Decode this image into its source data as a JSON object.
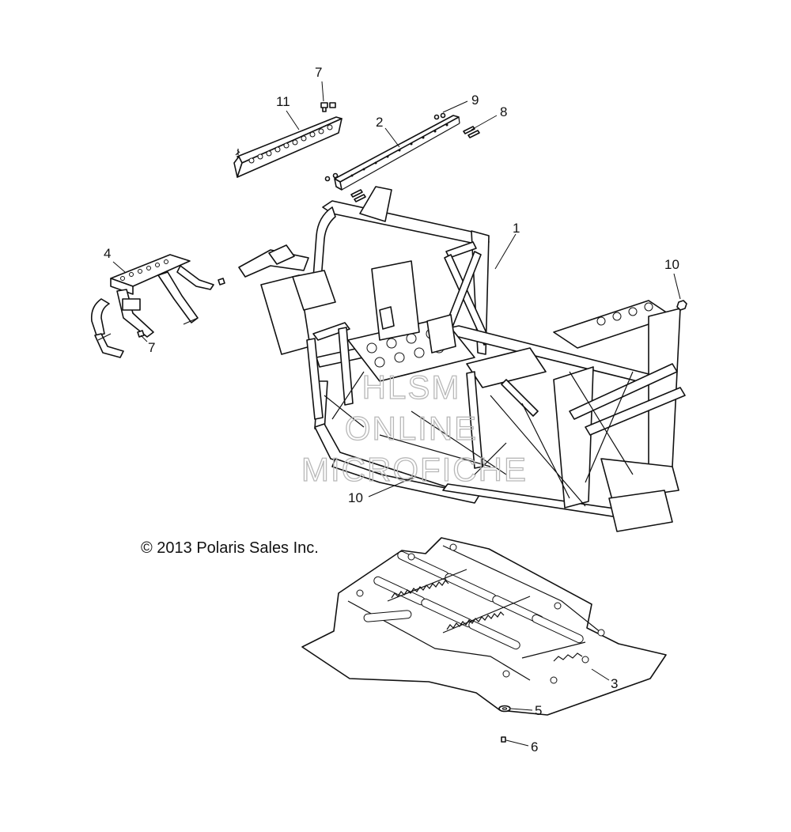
{
  "diagram": {
    "copyright": "© 2013 Polaris Sales Inc.",
    "watermark": [
      "HLSM",
      "ONLINE",
      "MICROFICHE"
    ],
    "callouts": {
      "c1": "1",
      "c2": "2",
      "c3": "3",
      "c4": "4",
      "c5": "5",
      "c6": "6",
      "c7a": "7",
      "c7b": "7",
      "c8": "8",
      "c9": "9",
      "c10a": "10",
      "c10b": "10",
      "c11": "11"
    },
    "parts": {
      "p1": "main-frame",
      "p2": "brace-bar",
      "p3": "skid-plate",
      "p4": "front-bumper-brace",
      "p5": "washer",
      "p6": "screw",
      "p7": "bolt",
      "p8": "bolt",
      "p9": "nut",
      "p10": "nut",
      "p11": "brace-plate"
    }
  }
}
